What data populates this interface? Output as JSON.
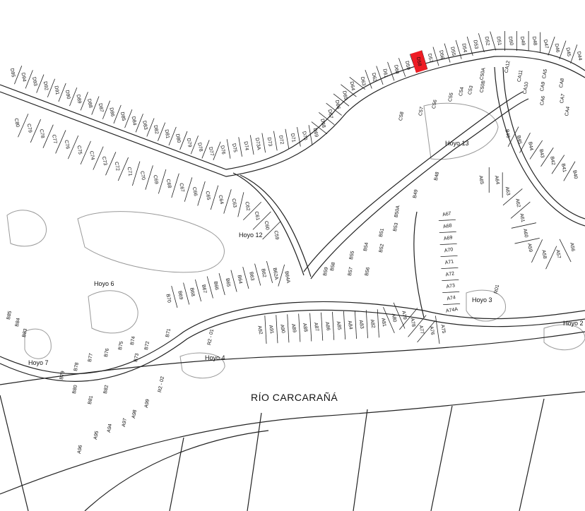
{
  "map": {
    "river_label": "RÍO CARCARAÑÁ",
    "highlight_lot": "D58",
    "highlight_color": "#ee1c24",
    "holes": [
      "Hoyo 13",
      "Hoyo 12",
      "Hoyo 6",
      "Hoyo 7",
      "Hoyo 4",
      "Hoyo 3",
      "Hoyo 2"
    ],
    "reserves": [
      "R2 - 01",
      "R2 - 02",
      "R01"
    ],
    "rows": {
      "d_row": [
        "D95",
        "D94",
        "D93",
        "D92",
        "D91",
        "D90",
        "D89",
        "D88",
        "D87",
        "D86",
        "D85",
        "D84",
        "D83",
        "D82",
        "D81",
        "D80",
        "D79",
        "D78",
        "D77",
        "D76",
        "D75",
        "D74",
        "D73A",
        "D73",
        "D72",
        "D71",
        "D70",
        "D69",
        "D68",
        "D67",
        "D66",
        "D65",
        "D64",
        "D63",
        "D62",
        "D61",
        "D60",
        "D59",
        "D58",
        "D57",
        "D56",
        "D55",
        "D54",
        "D53",
        "D52",
        "D51",
        "D50",
        "D49",
        "D48",
        "D47",
        "D46",
        "D45",
        "D44"
      ],
      "c_row": [
        "C80",
        "C79",
        "C78",
        "C77",
        "C76",
        "C75",
        "C74",
        "C73",
        "C72",
        "C71",
        "C70",
        "C69",
        "C68",
        "C67",
        "C66",
        "C65",
        "C64",
        "C63",
        "C62",
        "C61",
        "C60",
        "C59"
      ],
      "b_row": [
        "B70",
        "B69",
        "B68",
        "B67",
        "B66",
        "B65",
        "B64",
        "B63",
        "B62",
        "B62A",
        "B64A"
      ],
      "a_row": [
        "A92",
        "A91",
        "A90",
        "A89",
        "A88",
        "A87",
        "A86",
        "A85",
        "A84",
        "A83",
        "A82",
        "A81",
        "A80",
        "A79",
        "A78",
        "A77",
        "A76",
        "A75"
      ],
      "a_col": [
        "A67",
        "A68",
        "A69",
        "A70",
        "A71",
        "A72",
        "A73",
        "A74",
        "A74A"
      ],
      "a_right": [
        "A65",
        "A64",
        "A63",
        "A62",
        "A61",
        "A60",
        "A59",
        "A58",
        "A57",
        "A56"
      ],
      "b_right": [
        "B46",
        "B45",
        "B44",
        "B43",
        "B42",
        "B41",
        "B40"
      ],
      "b_center": [
        "B59",
        "B58",
        "B57",
        "B56",
        "B55",
        "B54",
        "B52",
        "B51",
        "B53",
        "B50A",
        "B49",
        "B48"
      ],
      "lower_left": [
        "B85",
        "B84",
        "B83",
        "B77",
        "B76",
        "B75",
        "B74",
        "B73",
        "B72",
        "B71",
        "B78",
        "B79",
        "B80",
        "B81",
        "B82",
        "A99",
        "A98",
        "A97",
        "A94",
        "A95",
        "A96"
      ],
      "c_upper": [
        "C58",
        "C57",
        "C56",
        "C55",
        "C54",
        "C53",
        "C50A",
        "C50B"
      ],
      "ca": [
        "CA12",
        "CA11",
        "CA10",
        "CA9",
        "CA8",
        "CA7",
        "CA6",
        "CA5",
        "CA4"
      ]
    }
  }
}
